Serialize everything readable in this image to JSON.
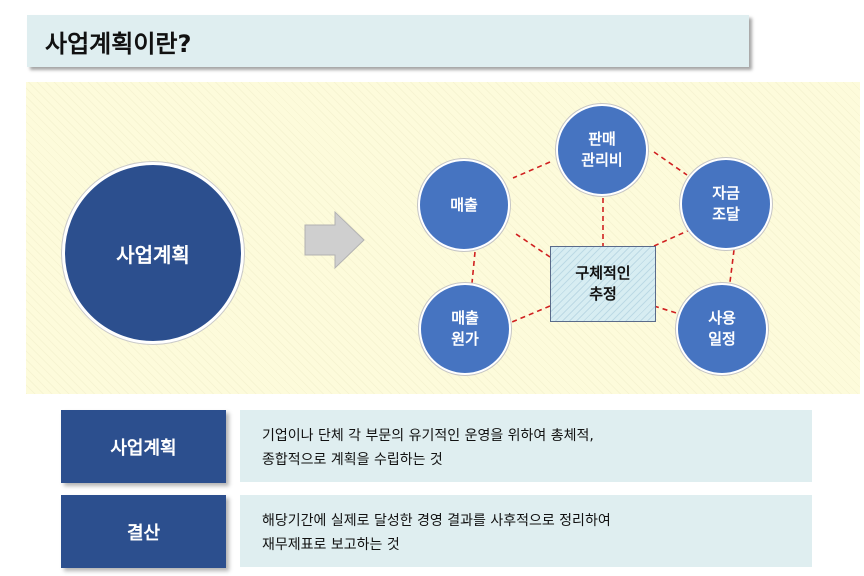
{
  "title": "사업계획이란?",
  "diagram": {
    "main_label": "사업계획",
    "center_label": "구체적인\n추정",
    "nodes": [
      {
        "label": "판매\n관리비"
      },
      {
        "label": "자금\n조달"
      },
      {
        "label": "사용\n일정"
      },
      {
        "label": "매출\n원가"
      },
      {
        "label": "매출"
      }
    ],
    "colors": {
      "main_circle": "#2c4f8e",
      "node": "#4674c1",
      "connector": "#d02020",
      "panel": "#fdfbdb"
    }
  },
  "definitions": [
    {
      "term": "사업계획",
      "description": "기업이나 단체 각 부문의 유기적인 운영을 위하여 총체적,\n종합적으로 계획을 수립하는 것"
    },
    {
      "term": "결산",
      "description": "해당기간에 실제로 달성한 경영 결과를 사후적으로 정리하여\n재무제표로 보고하는 것"
    }
  ]
}
